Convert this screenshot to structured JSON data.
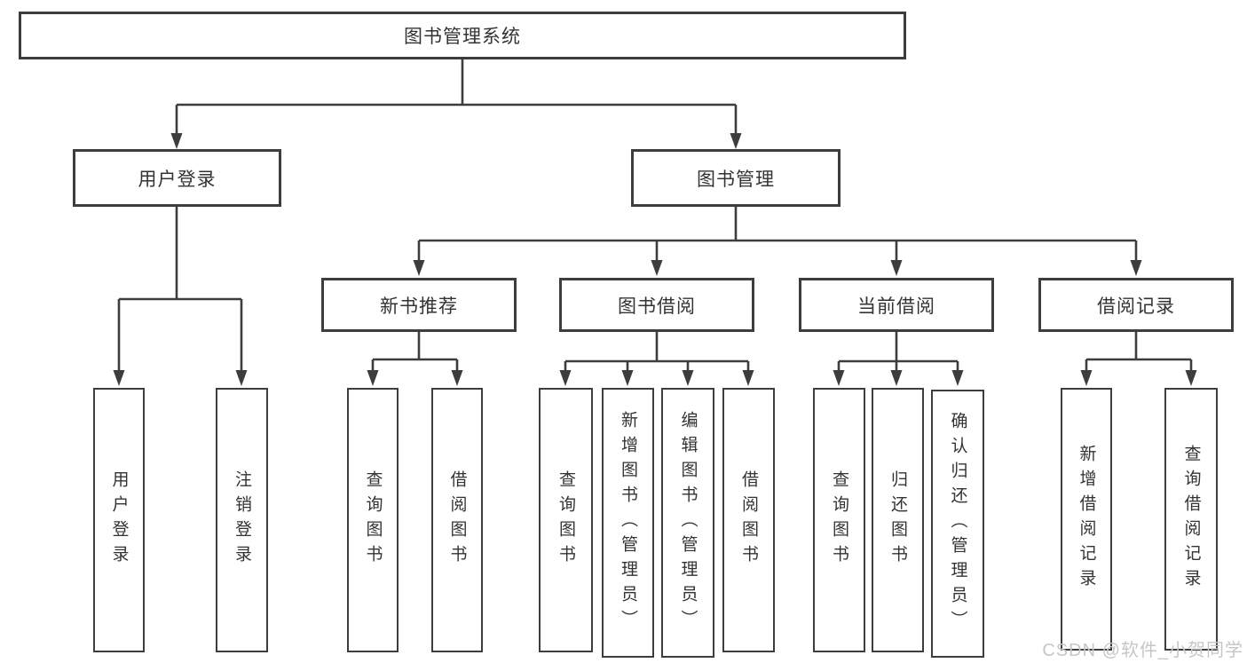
{
  "nodes": {
    "root": {
      "label": "图书管理系统"
    },
    "user_login": {
      "label": "用户登录"
    },
    "book_management": {
      "label": "图书管理"
    },
    "new_book_recommend": {
      "label": "新书推荐"
    },
    "book_borrowing": {
      "label": "图书借阅"
    },
    "current_borrowing": {
      "label": "当前借阅"
    },
    "borrowing_records": {
      "label": "借阅记录"
    },
    "leaf_user_login": {
      "label": "用户登录"
    },
    "leaf_logout": {
      "label": "注销登录"
    },
    "leaf_query_books_recommend": {
      "label": "查询图书"
    },
    "leaf_borrow_books_recommend": {
      "label": "借阅图书"
    },
    "leaf_query_books_borrowing": {
      "label": "查询图书"
    },
    "leaf_add_books_admin": {
      "label": "新增图书（管理员）"
    },
    "leaf_edit_books_admin": {
      "label": "编辑图书（管理员）"
    },
    "leaf_borrow_books_borrowing": {
      "label": "借阅图书"
    },
    "leaf_query_books_current": {
      "label": "查询图书"
    },
    "leaf_return_books": {
      "label": "归还图书"
    },
    "leaf_confirm_return_admin": {
      "label": "确认归还（管理员）"
    },
    "leaf_add_borrow_record": {
      "label": "新增借阅记录"
    },
    "leaf_query_borrow_record": {
      "label": "查询借阅记录"
    }
  },
  "watermark": {
    "text": "CSDN @软件_小贺同学"
  },
  "colors": {
    "line": "#3d3d3d",
    "text": "#333333",
    "box_background": "#ffffff",
    "watermark": "#c6c6c6"
  }
}
